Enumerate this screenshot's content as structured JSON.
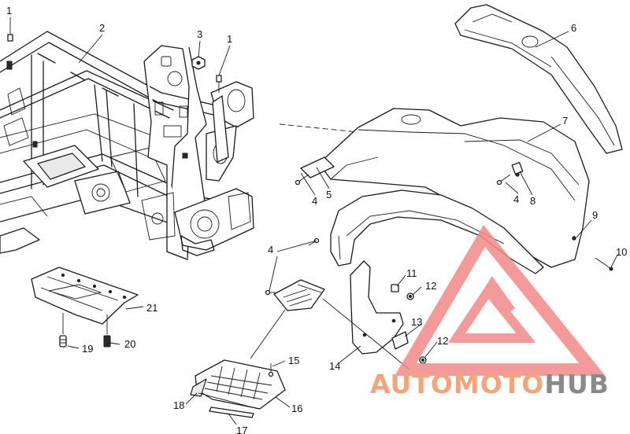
{
  "diagram": {
    "callouts": [
      {
        "id": "1a",
        "text": "1"
      },
      {
        "id": "2",
        "text": "2"
      },
      {
        "id": "3",
        "text": "3"
      },
      {
        "id": "1b",
        "text": "1"
      },
      {
        "id": "6",
        "text": "6"
      },
      {
        "id": "7",
        "text": "7"
      },
      {
        "id": "4a",
        "text": "4"
      },
      {
        "id": "5",
        "text": "5"
      },
      {
        "id": "4b",
        "text": "4"
      },
      {
        "id": "8",
        "text": "8"
      },
      {
        "id": "9",
        "text": "9"
      },
      {
        "id": "10",
        "text": "10"
      },
      {
        "id": "4c",
        "text": "4"
      },
      {
        "id": "11",
        "text": "11"
      },
      {
        "id": "12a",
        "text": "12"
      },
      {
        "id": "13",
        "text": "13"
      },
      {
        "id": "12b",
        "text": "12"
      },
      {
        "id": "14",
        "text": "14"
      },
      {
        "id": "15",
        "text": "15"
      },
      {
        "id": "16",
        "text": "16"
      },
      {
        "id": "17",
        "text": "17"
      },
      {
        "id": "18",
        "text": "18"
      },
      {
        "id": "19",
        "text": "19"
      },
      {
        "id": "20",
        "text": "20"
      },
      {
        "id": "21",
        "text": "21"
      }
    ]
  },
  "watermark": {
    "part1": "AUTOMOTO",
    "part2": "HUB",
    "colors": {
      "primary": "#f2a57a",
      "secondary": "#8a8a8a",
      "logo": "#f28a8a"
    }
  }
}
